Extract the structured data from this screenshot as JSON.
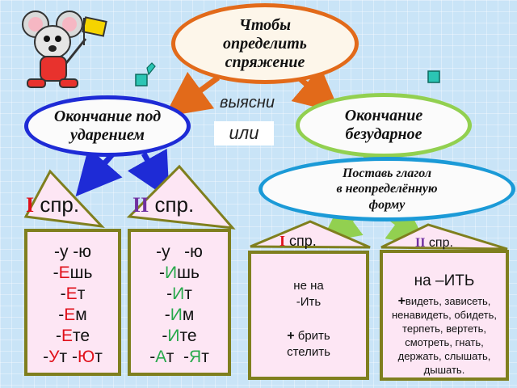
{
  "title_oval": [
    "Чтобы",
    "определить",
    "спряжение"
  ],
  "stressed_oval": [
    "Окончание под",
    "ударением"
  ],
  "unstressed_oval": [
    "Окончание",
    "безударное"
  ],
  "infinitive_oval": [
    "Поставь глагол",
    "в неопределённую",
    "форму"
  ],
  "find_label": "выясни",
  "or_label": "или",
  "left_heads": {
    "first": {
      "numeral": "I",
      "text": " спр."
    },
    "second": {
      "numeral": "II",
      "text": "  спр."
    }
  },
  "right_heads": {
    "first": {
      "numeral": "I",
      "text": " спр."
    },
    "second": {
      "numeral": "II",
      "text": " спр."
    }
  },
  "card1": {
    "row1": "-у  -ю",
    "row2": {
      "pre": "-",
      "vowel": "Е",
      "post": "шь"
    },
    "row3": {
      "pre": "-",
      "vowel": "Е",
      "post": "т"
    },
    "row4": {
      "pre": "-",
      "vowel": "Е",
      "post": "м"
    },
    "row5": {
      "pre": "-",
      "vowel": "Е",
      "post": "те"
    },
    "row6": {
      "pre1": "-",
      "vowel1": "У",
      "post1": "т  -",
      "vowel2": "Ю",
      "post2": "т"
    }
  },
  "card2": {
    "row1": "-у   -ю",
    "row2": {
      "pre": "-",
      "vowel": "И",
      "post": "шь"
    },
    "row3": {
      "pre": "-",
      "vowel": "И",
      "post": "т"
    },
    "row4": {
      "pre": "-",
      "vowel": "И",
      "post": "м"
    },
    "row5": {
      "pre": "-",
      "vowel": "И",
      "post": "те"
    },
    "row6": {
      "pre1": "-",
      "vowel1": "А",
      "post1": "т  -",
      "vowel2": "Я",
      "post2": "т"
    }
  },
  "card3": {
    "line1": "не на",
    "line2": "-Ить",
    "plus": "+",
    "line3": " брить",
    "line4": "стелить"
  },
  "card4": {
    "head": "на –ИТЬ",
    "plus": "+",
    "lines": [
      "видеть, зависеть,",
      "ненавидеть, обидеть,",
      "терпеть, вертеть,",
      "смотреть, гнать,",
      "держать, слышать,",
      "дышать."
    ]
  },
  "colors": {
    "orange": "#e26a1a",
    "blue": "#1e2bd6",
    "green": "#92d050",
    "cyan": "#1b9ad7",
    "card_bg": "#fde6f4",
    "card_border": "#7f7f1e"
  }
}
